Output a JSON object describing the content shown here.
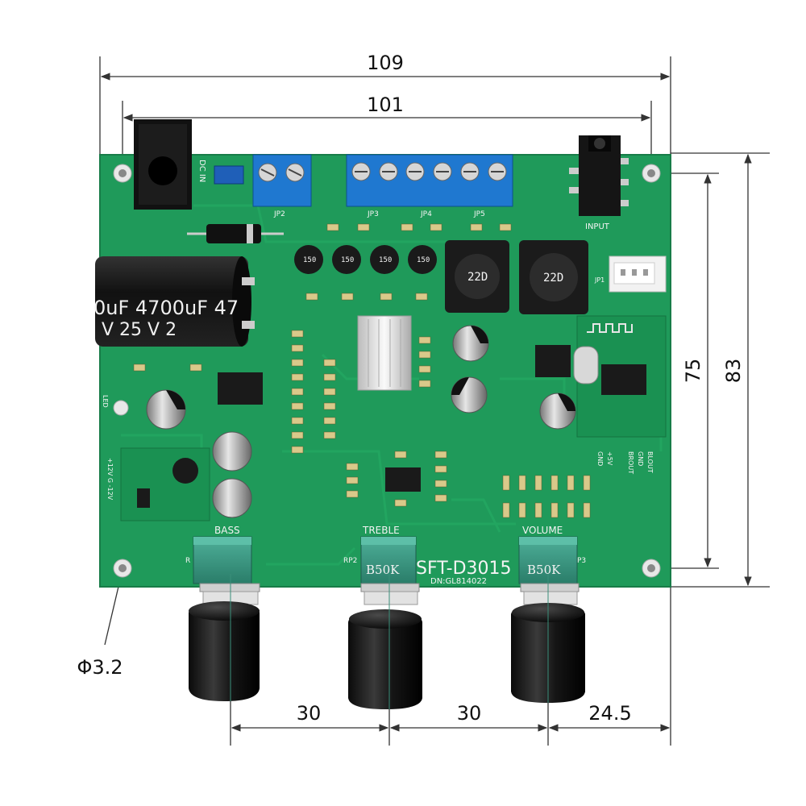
{
  "dimensions": {
    "overall_width": "109",
    "hole_spacing_width": "101",
    "hole_spacing_height": "75",
    "overall_height": "83",
    "hole_diameter": "Φ3.2",
    "pot_spacing_1": "30",
    "pot_spacing_2": "30",
    "pot_to_edge": "24.5"
  },
  "board": {
    "model": "SFT-D3015",
    "dn": "DN:GL814022",
    "dcin": "DC IN",
    "input_label": "INPUT",
    "jp1": "JP1",
    "jp2": "JP2",
    "jp3": "JP3",
    "jp4": "JP4",
    "jp5": "JP5",
    "led_label": "LED",
    "cap_big": "0uF 4700uF 47",
    "cap_big_volt": "V    25 V    2",
    "inductor_left": "22D",
    "inductor_right": "22D",
    "small_inductor": "150",
    "bt_labels": [
      "GND",
      "+5V",
      "BROUT",
      "GND",
      "BLOUT"
    ],
    "power_labels": "+12V G -12V"
  },
  "knobs": [
    {
      "label": "BASS",
      "value": "",
      "ref": "R"
    },
    {
      "label": "TREBLE",
      "value": "B50K",
      "ref": "RP2"
    },
    {
      "label": "VOLUME",
      "value": "B50K",
      "ref": "P3"
    }
  ]
}
